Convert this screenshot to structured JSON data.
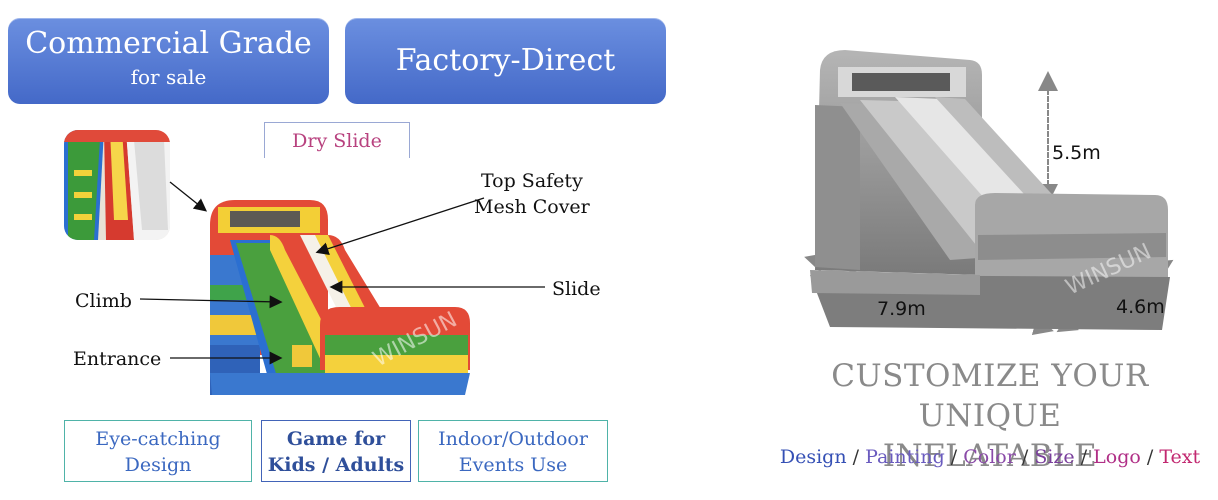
{
  "badges": {
    "commercial_title": "Commercial Grade",
    "commercial_sub": "for sale",
    "factory": "Factory-Direct"
  },
  "product": {
    "tag": "Dry Slide",
    "labels": {
      "top_safety": "Top Safety",
      "mesh_cover": "Mesh Cover",
      "climb": "Climb",
      "entrance": "Entrance",
      "slide": "Slide"
    },
    "watermark": "WINSUN"
  },
  "features": {
    "eye_1": "Eye-catching",
    "eye_2": "Design",
    "game_1": "Game for",
    "game_2": "Kids / Adults",
    "indoor_1": "Indoor/Outdoor",
    "indoor_2": "Events Use"
  },
  "dimensions": {
    "height": "5.5m",
    "width": "7.9m",
    "depth": "4.6m"
  },
  "customize": {
    "line1": "CUSTOMIZE YOUR UNIQUE",
    "line2": "INFLATABLE",
    "options": [
      "Design",
      "Painting",
      "Color",
      "Size",
      "Logo",
      "Text"
    ],
    "separator": " / "
  },
  "colors": {
    "badge_blue": "#4f74d0",
    "tag_pink": "#b8427f",
    "feature_border": "#4fb3a8"
  }
}
